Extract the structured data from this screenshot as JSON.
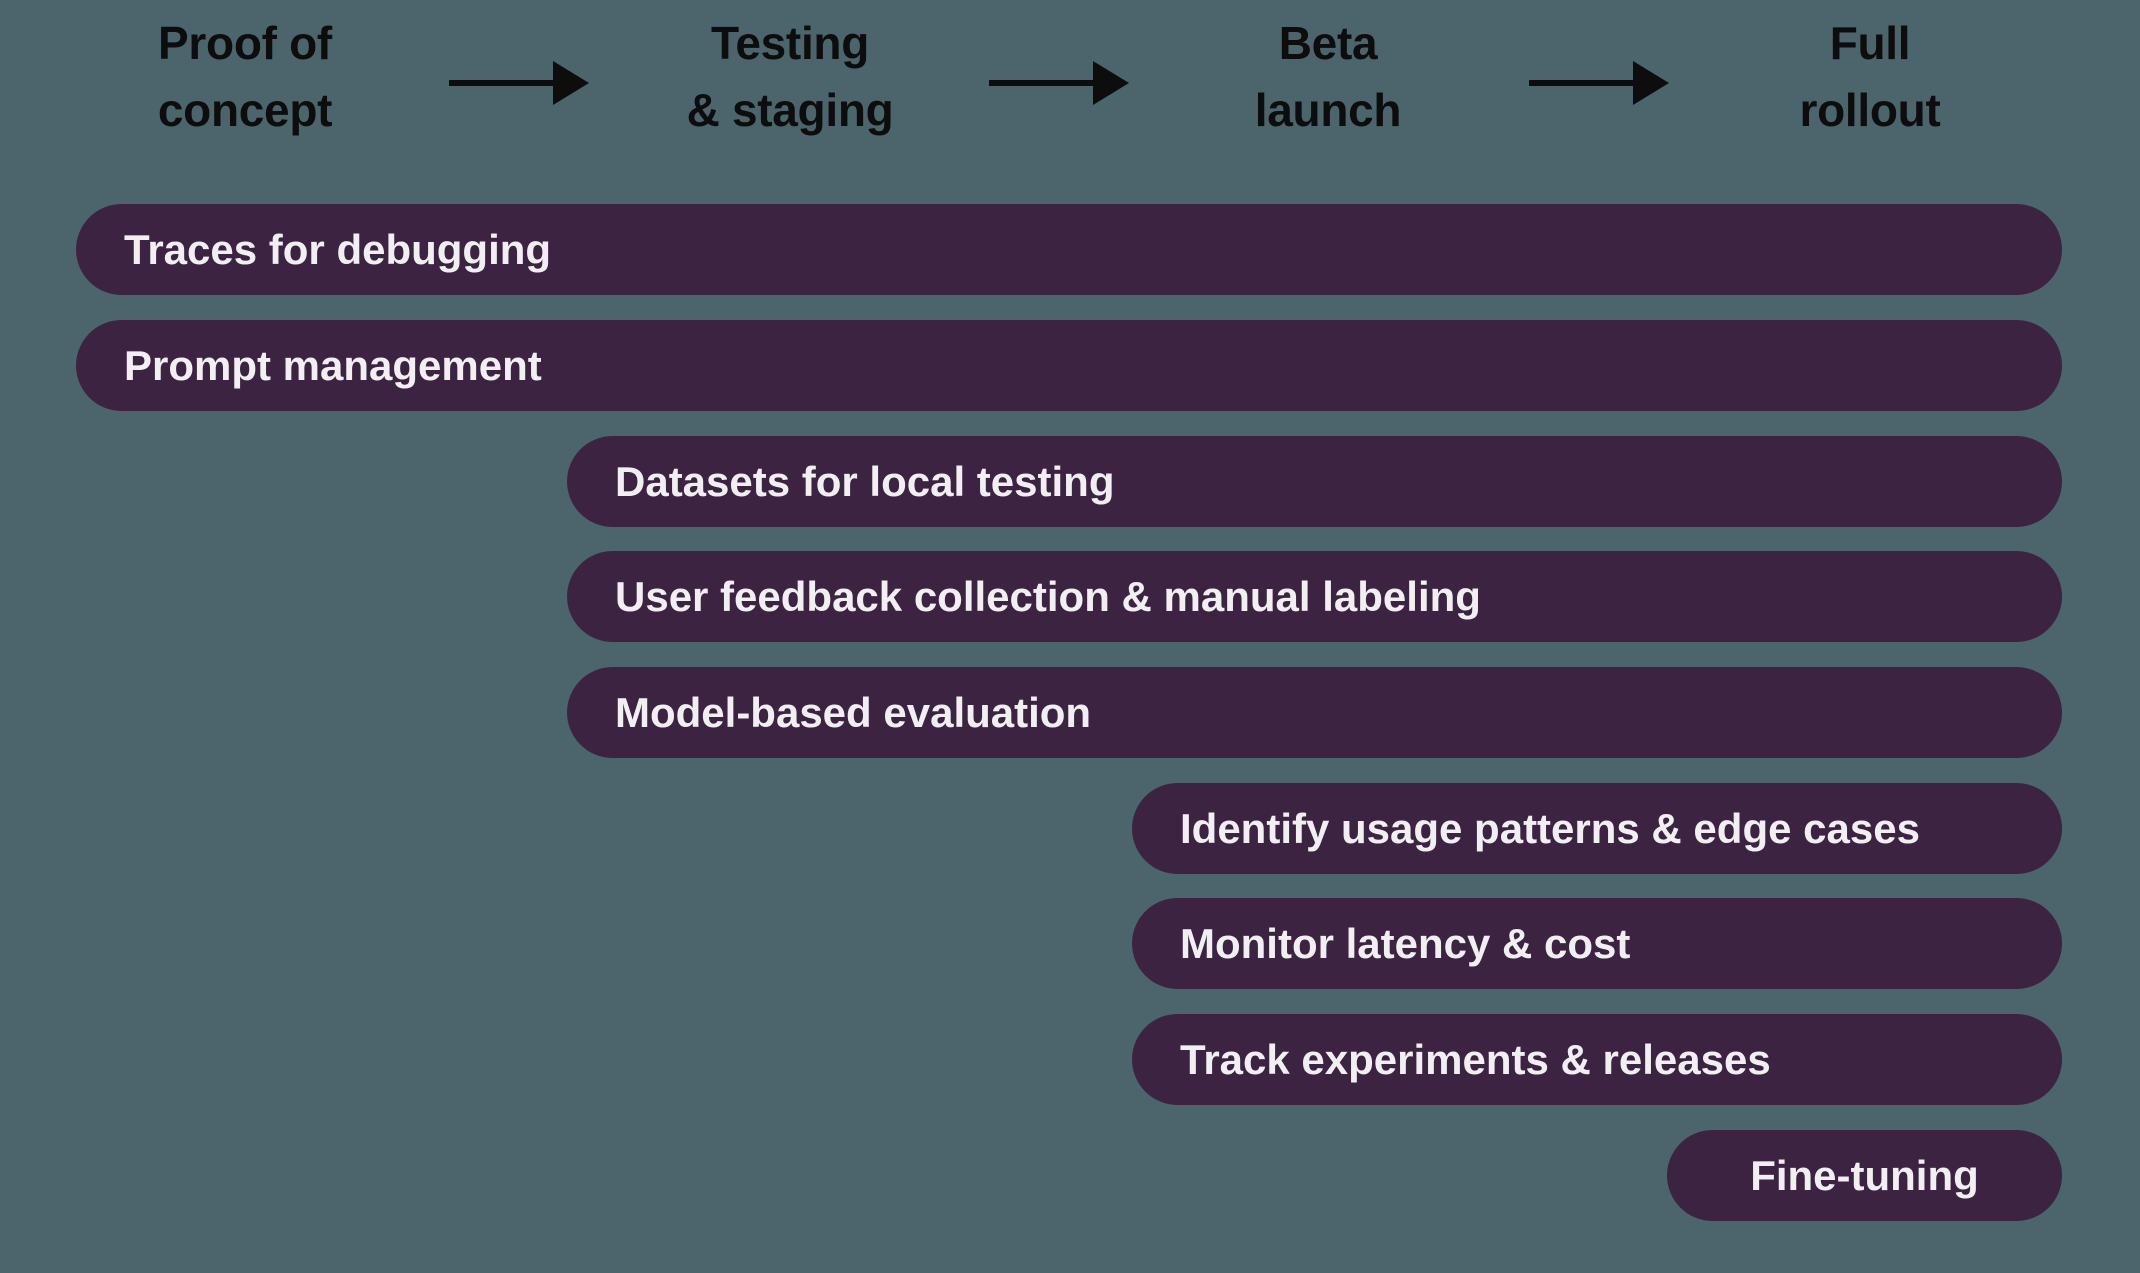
{
  "colors": {
    "background": "#4c656d",
    "bar_fill": "#3c2342",
    "bar_text": "#f2eff3",
    "header_text": "#0d0d0d"
  },
  "phases": [
    {
      "line1": "Proof of",
      "line2": "concept"
    },
    {
      "line1": "Testing",
      "line2": "& staging"
    },
    {
      "line1": "Beta",
      "line2": "launch"
    },
    {
      "line1": "Full",
      "line2": "rollout"
    }
  ],
  "bars": [
    {
      "label": "Traces for debugging",
      "start_phase": "Proof of concept"
    },
    {
      "label": "Prompt management",
      "start_phase": "Proof of concept"
    },
    {
      "label": "Datasets for local testing",
      "start_phase": "Testing & staging"
    },
    {
      "label": "User feedback collection & manual labeling",
      "start_phase": "Testing & staging"
    },
    {
      "label": "Model-based evaluation",
      "start_phase": "Testing & staging"
    },
    {
      "label": "Identify usage patterns & edge cases",
      "start_phase": "Beta launch"
    },
    {
      "label": "Monitor latency & cost",
      "start_phase": "Beta launch"
    },
    {
      "label": "Track experiments & releases",
      "start_phase": "Beta launch"
    },
    {
      "label": "Fine-tuning",
      "start_phase": "Full rollout"
    }
  ]
}
